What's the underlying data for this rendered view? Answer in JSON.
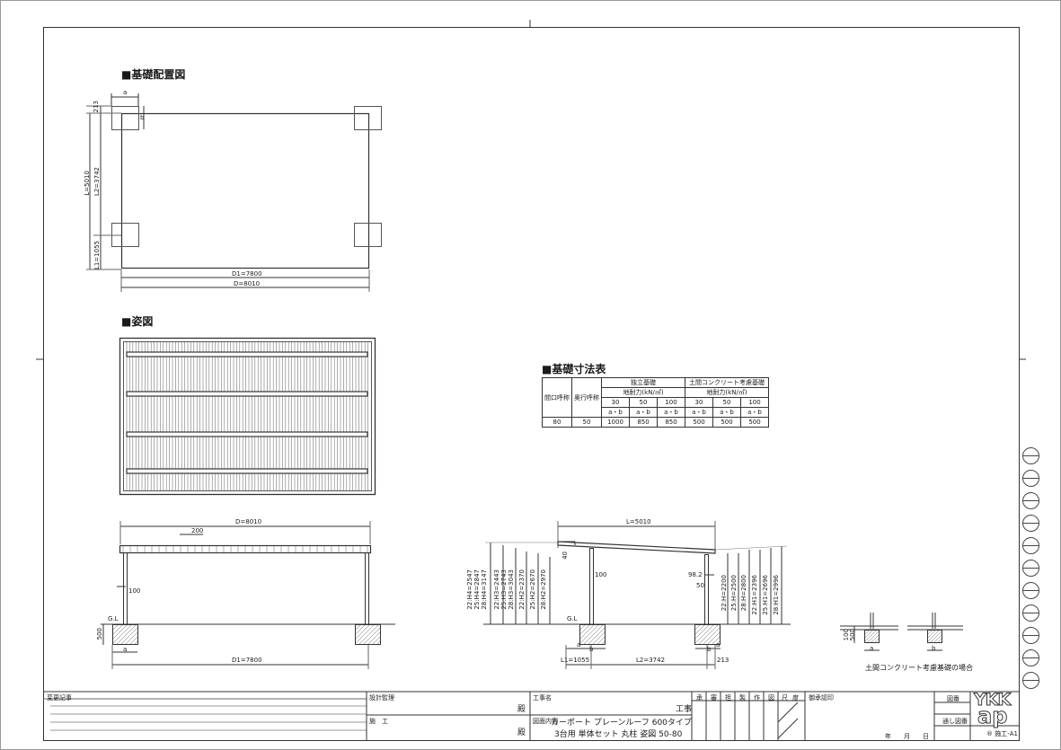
{
  "sections": {
    "foundation_layout": "■基礎配置図",
    "elevation": "■姿図",
    "dimension_table": "■基礎寸法表"
  },
  "plan_dims": {
    "a": "a",
    "b": "b",
    "top": "213",
    "L": "L=5010",
    "L2": "L2=3742",
    "L1": "L1=1055",
    "D1": "D1=7800",
    "D": "D=8010"
  },
  "front_elev": {
    "D": "D=8010",
    "w200": "200",
    "h100": "100",
    "gl": "G.L",
    "d500": "500",
    "a": "a",
    "D1": "D1=7800"
  },
  "side_elev": {
    "L": "L=5010",
    "h40": "40",
    "h100": "100",
    "d982": "98.2",
    "h50": "50",
    "gl": "G.L",
    "a": "a",
    "b1": "b",
    "b2": "b",
    "a2": "a",
    "L1": "L1=1055",
    "L2": "L2=3742",
    "e213": "213",
    "left_heights": [
      "22:H4=2547",
      "25:H4=2847",
      "28:H4=3147",
      "22:H3=2443",
      "25:H3=2743",
      "28:H3=3043",
      "22:H2=2370",
      "25:H2=2670",
      "28:H2=2970"
    ],
    "right_heights": [
      "22:H=2200",
      "25:H=2500",
      "28:H=2800",
      "22:H1=2396",
      "25:H1=2696",
      "28:H1=2996"
    ]
  },
  "spec_table": {
    "col_opening": "間口呼称",
    "col_depth": "奥行呼称",
    "indep": "独立基礎",
    "slab": "土間コンクリート考慮基礎",
    "bearing": "地耐力(kN/㎡)",
    "bearing2": "地耐力(kN/㎡)",
    "loads": [
      "30",
      "50",
      "100",
      "30",
      "50",
      "100"
    ],
    "ab": [
      "a・b",
      "a・b",
      "a・b",
      "a・b",
      "a・b",
      "a・b"
    ],
    "row": [
      "80",
      "50",
      "1000",
      "850",
      "850",
      "500",
      "500",
      "500"
    ]
  },
  "detail": {
    "h100": "100",
    "h500": "500",
    "a": "a",
    "b": "b",
    "caption": "土間コンクリート考慮基礎の場合"
  },
  "title_block": {
    "change_label": "変更記事",
    "design_label": "設計監理",
    "builder_label": "施　工",
    "honorific1": "殿",
    "honorific2": "殿",
    "project_label": "工事名",
    "project_suffix": "工事",
    "content_label": "図面内容",
    "content_line1": "カーポート プレーンルーフ 600タイプ",
    "content_line2": "3台用 単体セット 丸柱 姿図 50-80",
    "cols": [
      "承",
      "審",
      "担",
      "製",
      "作",
      "図",
      "尺",
      "度"
    ],
    "approval_label": "御承認印",
    "date": "年　　月　　日",
    "drawing_no_label": "図番",
    "serial_label": "通し図番",
    "logo_top": "YKK",
    "logo_bottom": "ap",
    "sheet_code": "® 施工-A1"
  }
}
